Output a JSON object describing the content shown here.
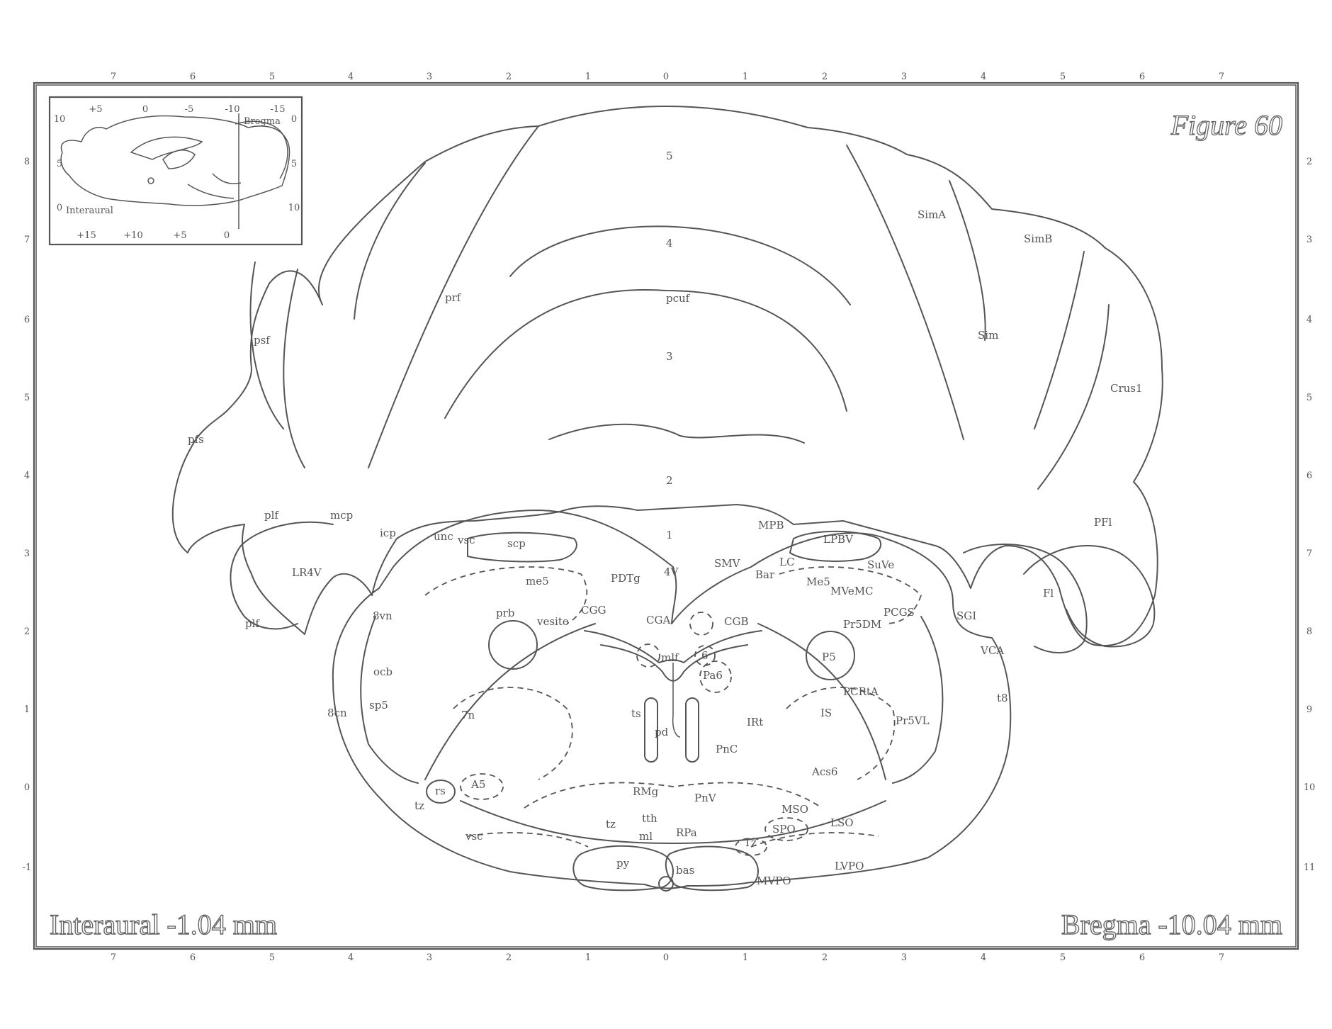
{
  "figure": {
    "title": "Figure 60"
  },
  "footer": {
    "left": "Interaural -1.04 mm",
    "right": "Bregma -10.04 mm"
  },
  "axes": {
    "top": [
      "7",
      "6",
      "5",
      "4",
      "3",
      "2",
      "1",
      "0",
      "1",
      "2",
      "3",
      "4",
      "5",
      "6",
      "7"
    ],
    "bottom": [
      "7",
      "6",
      "5",
      "4",
      "3",
      "2",
      "1",
      "0",
      "1",
      "2",
      "3",
      "4",
      "5",
      "6",
      "7"
    ],
    "left": [
      "8",
      "7",
      "6",
      "5",
      "4",
      "3",
      "2",
      "1",
      "0",
      "-1"
    ],
    "right": [
      "2",
      "3",
      "4",
      "5",
      "6",
      "7",
      "8",
      "9",
      "10",
      "11"
    ]
  },
  "inset": {
    "top_ticks": [
      "+5",
      "0",
      "-5",
      "-10",
      "-15"
    ],
    "bottom_ticks": [
      "+15",
      "+10",
      "+5",
      "0"
    ],
    "left_ticks": [
      "10",
      "5",
      "0"
    ],
    "right_ticks": [
      "0",
      "5",
      "10"
    ],
    "bregma_label": "Bregma",
    "interaural_label": "Interaural"
  },
  "labels": [
    {
      "id": "l5",
      "text": "5"
    },
    {
      "id": "l4",
      "text": "4"
    },
    {
      "id": "l3",
      "text": "3"
    },
    {
      "id": "l2",
      "text": "2"
    },
    {
      "id": "l1",
      "text": "1"
    },
    {
      "id": "pcuf",
      "text": "pcuf"
    },
    {
      "id": "prf",
      "text": "prf"
    },
    {
      "id": "psf",
      "text": "psf"
    },
    {
      "id": "pfs",
      "text": "pfs"
    },
    {
      "id": "SimA",
      "text": "SimA"
    },
    {
      "id": "SimB",
      "text": "SimB"
    },
    {
      "id": "Sim",
      "text": "Sim"
    },
    {
      "id": "Crus1",
      "text": "Crus1"
    },
    {
      "id": "PFl",
      "text": "PFl"
    },
    {
      "id": "Fl",
      "text": "Fl"
    },
    {
      "id": "plf1",
      "text": "plf"
    },
    {
      "id": "mcp",
      "text": "mcp"
    },
    {
      "id": "icp",
      "text": "icp"
    },
    {
      "id": "LR4V",
      "text": "LR4V"
    },
    {
      "id": "plf2",
      "text": "plf"
    },
    {
      "id": "unc",
      "text": "unc"
    },
    {
      "id": "vsc",
      "text": "vsc"
    },
    {
      "id": "scp",
      "text": "scp"
    },
    {
      "id": "me5",
      "text": "me5"
    },
    {
      "id": "PDTg",
      "text": "PDTg"
    },
    {
      "id": "fourV",
      "text": "4V"
    },
    {
      "id": "SMV",
      "text": "SMV"
    },
    {
      "id": "MPB",
      "text": "MPB"
    },
    {
      "id": "LPBV",
      "text": "LPBV"
    },
    {
      "id": "LC",
      "text": "LC"
    },
    {
      "id": "Bar",
      "text": "Bar"
    },
    {
      "id": "Me5",
      "text": "Me5"
    },
    {
      "id": "SuVe",
      "text": "SuVe"
    },
    {
      "id": "MVeMC",
      "text": "MVeMC"
    },
    {
      "id": "PCGS",
      "text": "PCGS"
    },
    {
      "id": "SGI",
      "text": "SGI"
    },
    {
      "id": "CGG",
      "text": "CGG"
    },
    {
      "id": "CGA",
      "text": "CGA"
    },
    {
      "id": "CGB",
      "text": "CGB"
    },
    {
      "id": "Pr5DM",
      "text": "Pr5DM"
    },
    {
      "id": "eightvn",
      "text": "8vn"
    },
    {
      "id": "prb",
      "text": "prb"
    },
    {
      "id": "vesite",
      "text": "vesite"
    },
    {
      "id": "mlf",
      "text": "mlf"
    },
    {
      "id": "six",
      "text": "6"
    },
    {
      "id": "Pa6",
      "text": "Pa6"
    },
    {
      "id": "P5",
      "text": "P5"
    },
    {
      "id": "VCA",
      "text": "VCA"
    },
    {
      "id": "ocb",
      "text": "ocb"
    },
    {
      "id": "sp5",
      "text": "sp5"
    },
    {
      "id": "eightcn",
      "text": "8cn"
    },
    {
      "id": "sevenn",
      "text": "7n"
    },
    {
      "id": "ts",
      "text": "ts"
    },
    {
      "id": "pd",
      "text": "pd"
    },
    {
      "id": "IRt",
      "text": "IRt"
    },
    {
      "id": "IS",
      "text": "IS"
    },
    {
      "id": "PCRtA",
      "text": "PCRtA"
    },
    {
      "id": "Pr5VL",
      "text": "Pr5VL"
    },
    {
      "id": "t8",
      "text": "t8"
    },
    {
      "id": "PnC",
      "text": "PnC"
    },
    {
      "id": "Acs6",
      "text": "Acs6"
    },
    {
      "id": "A5",
      "text": "A5"
    },
    {
      "id": "rs",
      "text": "rs"
    },
    {
      "id": "tz1",
      "text": "tz"
    },
    {
      "id": "RMg",
      "text": "RMg"
    },
    {
      "id": "PnV",
      "text": "PnV"
    },
    {
      "id": "MSO",
      "text": "MSO"
    },
    {
      "id": "LSO",
      "text": "LSO"
    },
    {
      "id": "SPO",
      "text": "SPO"
    },
    {
      "id": "tz2",
      "text": "tz"
    },
    {
      "id": "tth",
      "text": "tth"
    },
    {
      "id": "ml",
      "text": "ml"
    },
    {
      "id": "RPa",
      "text": "RPa"
    },
    {
      "id": "Tz",
      "text": "Tz"
    },
    {
      "id": "vsc2",
      "text": "vsc"
    },
    {
      "id": "py",
      "text": "py"
    },
    {
      "id": "bas",
      "text": "bas"
    },
    {
      "id": "MVPO",
      "text": "MVPO"
    },
    {
      "id": "LVPO",
      "text": "LVPO"
    }
  ]
}
